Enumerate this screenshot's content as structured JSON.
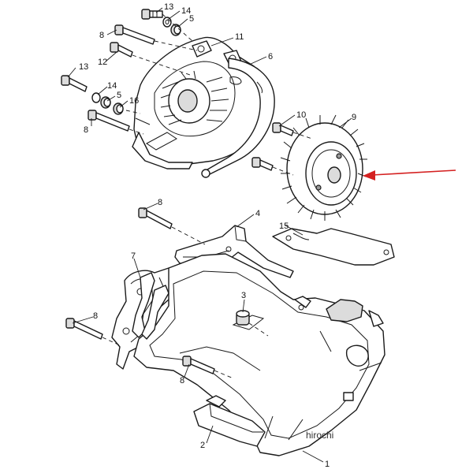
{
  "diagram": {
    "callouts": [
      {
        "id": "c13a",
        "label": "13"
      },
      {
        "id": "c14a",
        "label": "14"
      },
      {
        "id": "c5a",
        "label": "5"
      },
      {
        "id": "c8a",
        "label": "8"
      },
      {
        "id": "c11",
        "label": "11"
      },
      {
        "id": "c6",
        "label": "6"
      },
      {
        "id": "c12",
        "label": "12"
      },
      {
        "id": "c13b",
        "label": "13"
      },
      {
        "id": "c14b",
        "label": "14"
      },
      {
        "id": "c5b",
        "label": "5"
      },
      {
        "id": "c16",
        "label": "16"
      },
      {
        "id": "c8b",
        "label": "8"
      },
      {
        "id": "c10",
        "label": "10"
      },
      {
        "id": "c9",
        "label": "9"
      },
      {
        "id": "c8c",
        "label": "8"
      },
      {
        "id": "c4",
        "label": "4"
      },
      {
        "id": "c15",
        "label": "15"
      },
      {
        "id": "c7",
        "label": "7"
      },
      {
        "id": "c3",
        "label": "3"
      },
      {
        "id": "c8d",
        "label": "8"
      },
      {
        "id": "c8e",
        "label": "8"
      },
      {
        "id": "c2",
        "label": "2"
      },
      {
        "id": "c1",
        "label": "1"
      }
    ],
    "watermark": "hirochi",
    "highlight_color": "#d42020"
  }
}
